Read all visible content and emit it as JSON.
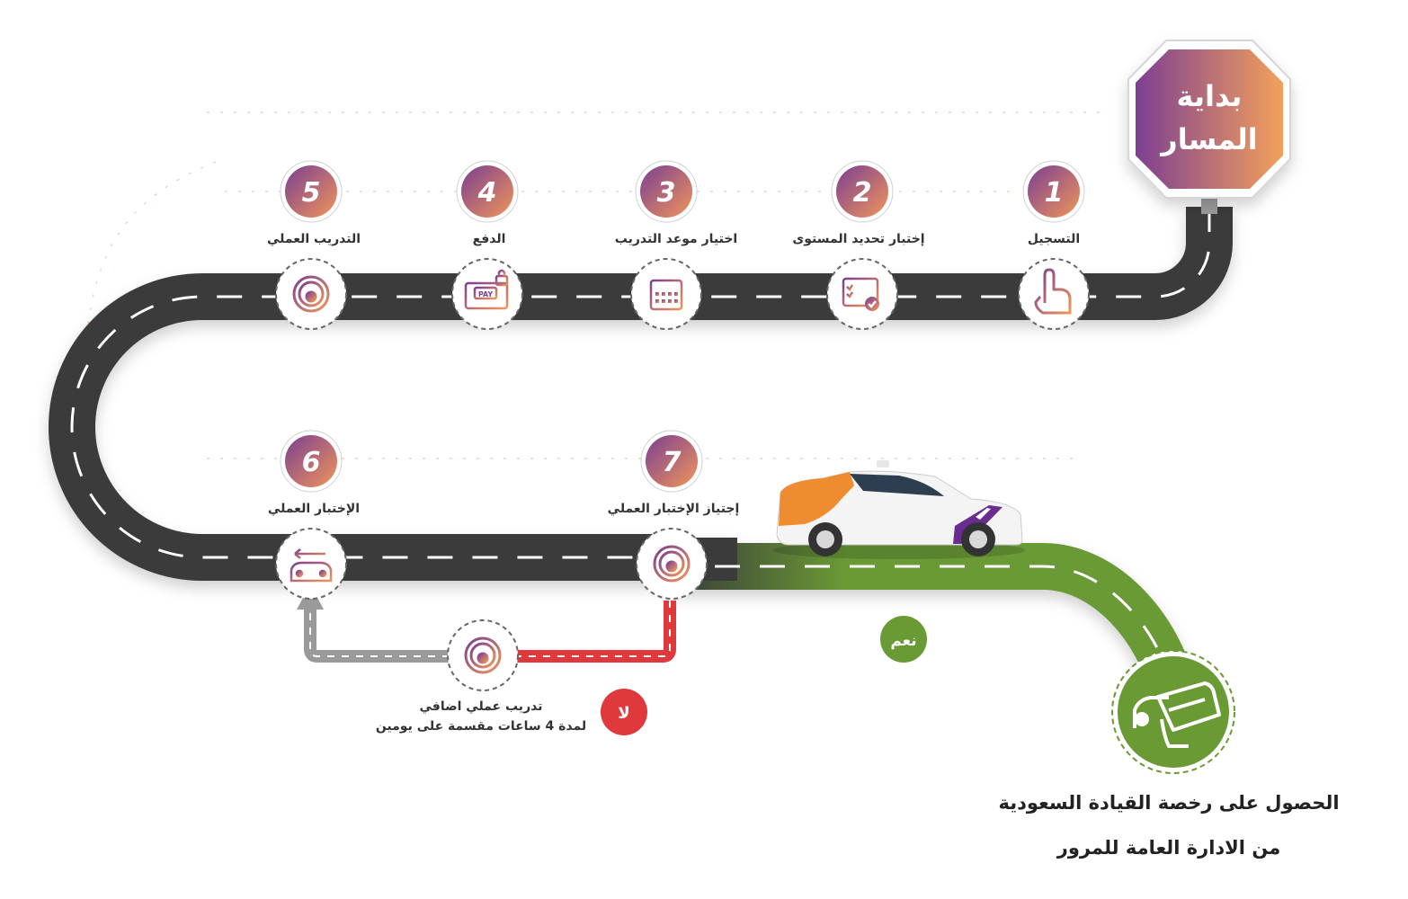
{
  "start_sign": {
    "line1": "بداية",
    "line2": "المسار"
  },
  "steps": [
    {
      "number": "1",
      "label": "التسجيل"
    },
    {
      "number": "2",
      "label": "إختبار تحديد المستوى"
    },
    {
      "number": "3",
      "label": "اختيار موعد التدريب"
    },
    {
      "number": "4",
      "label": "الدفع"
    },
    {
      "number": "5",
      "label": "التدريب العملي"
    },
    {
      "number": "6",
      "label": "الإختبار العملي"
    },
    {
      "number": "7",
      "label": "إجتياز الإختبار العملي"
    }
  ],
  "pay_icon_text": "PAY",
  "extra_training": {
    "line1": "تدريب عملي اضافي",
    "line2": "لمدة 4 ساعات مقسمة على يومين"
  },
  "badges": {
    "no": "لا",
    "yes": "نعم"
  },
  "final": {
    "line1": "الحصول على رخصة القيادة السعودية",
    "line2": "من الادارة العامة للمرور"
  },
  "colors": {
    "road": "#3a3a3a",
    "green": "#6a9a34",
    "red": "#e0393c",
    "purple": "#7b3f91",
    "orange": "#f0955a"
  }
}
